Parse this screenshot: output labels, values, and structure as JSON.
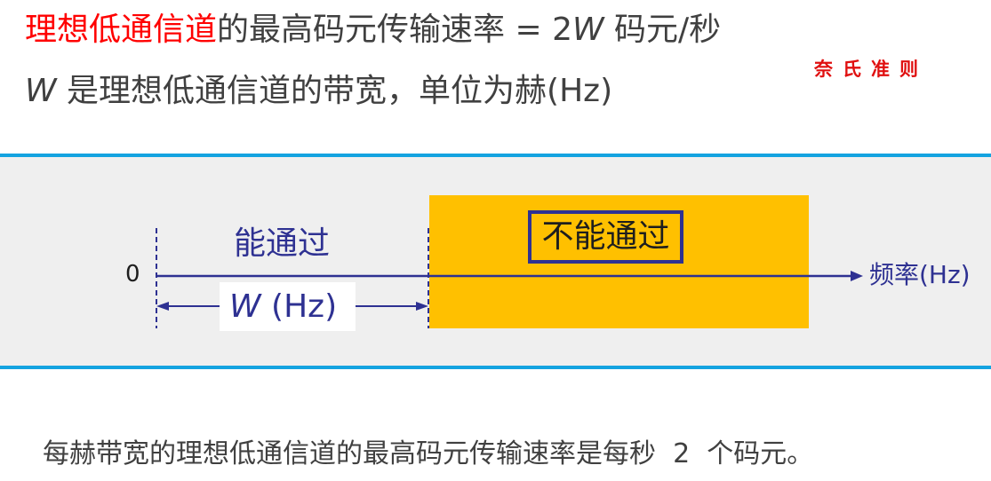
{
  "header": {
    "formula": {
      "highlight": "理想低通信道",
      "middle": "的最高码元传输速率 = 2",
      "variable": "W",
      "unit": " 码元/秒"
    },
    "definition": {
      "variable": "W",
      "text": " 是理想低通信道的带宽，单位为赫(Hz)"
    },
    "stamp": "奈氏准则"
  },
  "diagram": {
    "origin_label": "0",
    "pass_label": "能通过",
    "block_label": "不能通过",
    "axis_label": "频率(Hz)",
    "bandwidth": {
      "variable": "W",
      "unit": " (Hz)"
    }
  },
  "footer": {
    "conclusion": "每赫带宽的理想低通信道的最高码元传输速率是每秒  2  个码元。"
  },
  "colors": {
    "highlight": "#ff0000",
    "text": "#404040",
    "stamp": "#e01010",
    "band_border": "#14a3e0",
    "band_fill": "#efefef",
    "blocked_region": "#ffc000",
    "diagram_ink": "#2e3192",
    "label_dark": "#1e1e1e"
  }
}
